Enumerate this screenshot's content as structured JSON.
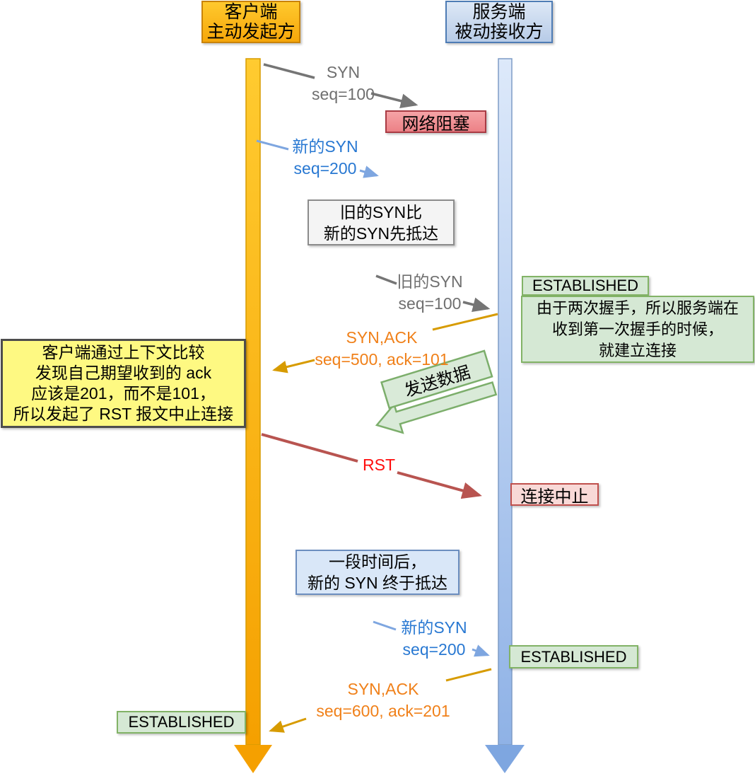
{
  "actors": {
    "client": {
      "title": "客户端\n主动发起方"
    },
    "server": {
      "title": "服务端\n被动接收方"
    }
  },
  "messages": {
    "syn_first": {
      "label": "SYN\nseq=100"
    },
    "syn_new": {
      "label": "新的SYN\nseq=200"
    },
    "syn_old_arrival": {
      "label": "旧的SYN\nseq=100"
    },
    "synack_first": {
      "label": "SYN,ACK\nseq=500, ack=101"
    },
    "rst": {
      "label": "RST"
    },
    "syn_new_arrival": {
      "label": "新的SYN\nseq=200"
    },
    "synack_second": {
      "label": "SYN,ACK\nseq=600, ack=201"
    },
    "send_data": {
      "label": "发送数据"
    }
  },
  "notes": {
    "network_congestion": {
      "text": "网络阻塞"
    },
    "old_syn_first": {
      "text": "旧的SYN比\n新的SYN先抵达"
    },
    "server_established_1": {
      "text": "ESTABLISHED"
    },
    "two_way_handshake": {
      "text": "由于两次握手，所以服务端在\n收到第一次握手的时候，\n就建立连接"
    },
    "client_rst_reason": {
      "text": "客户端通过上下文比较\n发现自己期望收到的 ack\n应该是201，而不是101，\n所以发起了 RST 报文中止连接"
    },
    "connection_abort": {
      "text": "连接中止"
    },
    "after_a_while": {
      "text": "一段时间后，\n新的 SYN 终于抵达"
    },
    "server_established_2": {
      "text": "ESTABLISHED"
    },
    "client_established": {
      "text": "ESTABLISHED"
    }
  },
  "colors": {
    "client_accent": "#F5A000",
    "server_accent": "#7EA6E0",
    "gray_message": "#6F6F6F",
    "new_syn_blue": "#2878D2",
    "new_syn_line": "#7EA6E0",
    "synack_orange_text": "#F08019",
    "synack_arrow": "#D79B00",
    "rst_red_text": "#FF0D0D",
    "rst_arrow": "#B85450",
    "established_fill": "#D5E8D4",
    "established_border": "#82B366",
    "congestion_fill": "#EC8186",
    "abort_fill": "#F8D9D7",
    "note_yellow_fill": "#FEF982",
    "note_blue_fill": "#D9E7F8",
    "note_gray_fill": "#F4F4F4"
  }
}
